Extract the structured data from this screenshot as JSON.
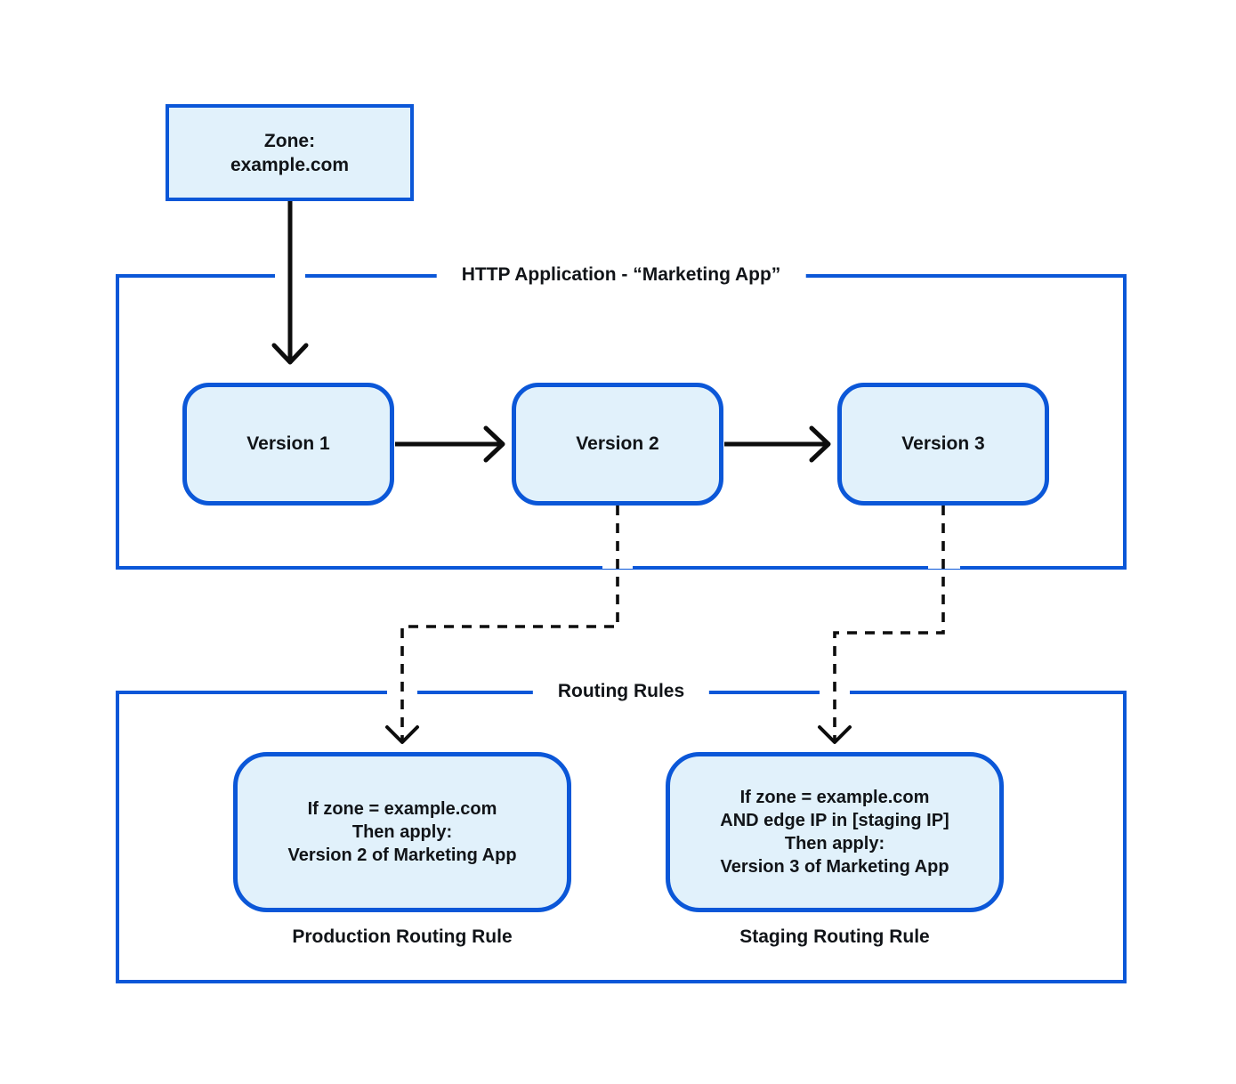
{
  "diagram": {
    "zone_box": {
      "line1": "Zone:",
      "line2": "example.com"
    },
    "http_application": {
      "title": "HTTP Application - “Marketing App”",
      "versions": [
        {
          "label": "Version 1"
        },
        {
          "label": "Version 2"
        },
        {
          "label": "Version 3"
        }
      ]
    },
    "routing_rules": {
      "title": "Routing Rules",
      "production": {
        "lines": [
          "If zone = example.com",
          "Then apply:",
          "Version 2 of Marketing App"
        ],
        "caption": "Production Routing Rule"
      },
      "staging": {
        "lines": [
          "If zone = example.com",
          "AND edge IP in [staging IP]",
          "Then apply:",
          "Version 3 of Marketing App"
        ],
        "caption": "Staging Routing Rule"
      }
    },
    "colors": {
      "accent_blue": "#0b57d8",
      "node_fill": "#e1f1fb",
      "line_black": "#0d0d0d",
      "text": "#111418",
      "background": "#ffffff"
    }
  }
}
